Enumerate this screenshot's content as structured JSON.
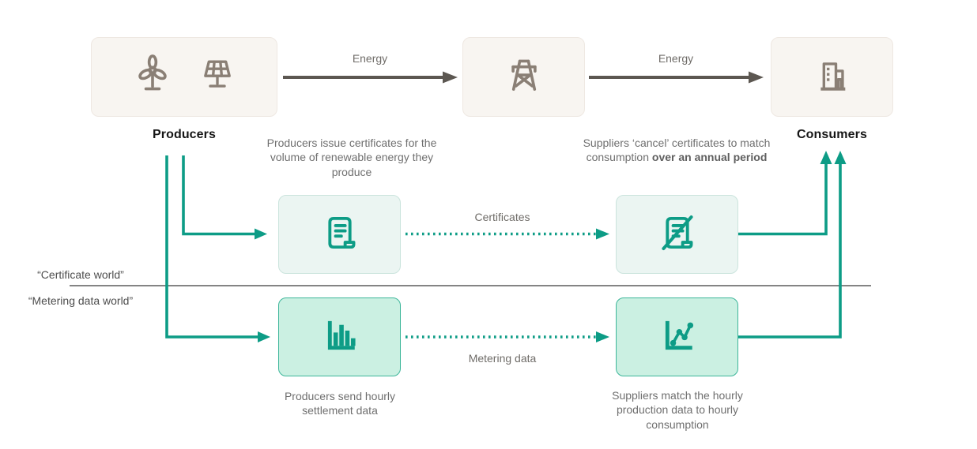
{
  "diagram_title": "Energy certificate vs metering data flow",
  "colors": {
    "teal_accent": "#0d9c86",
    "mint_box_bg": "#cbf0e2",
    "mint_box_border": "#3db69a",
    "pale_cert_box_bg": "#ebf5f2",
    "pale_cert_box_border": "#cbe4dd",
    "cream_box_bg": "#f8f5f1",
    "cream_box_border": "#eee8e2",
    "icon_brown_gray": "#8a7f75",
    "energy_arrow_gray": "#5c5751",
    "text_gray": "#6f6f6f",
    "text_dark": "#161616",
    "divider_line": "#3b3b3b"
  },
  "top_row": {
    "producers_label": "Producers",
    "consumers_label": "Consumers",
    "energy_label_1": "Energy",
    "energy_label_2": "Energy",
    "producer_icons": [
      "wind-turbine",
      "solar-panel"
    ],
    "grid_icon": "transmission-tower",
    "consumer_icon": "office-building"
  },
  "annotations": {
    "issue_certificates": "Producers issue certificates for the volume of renewable energy they produce",
    "cancel_prefix": "Suppliers ‘cancel’ certificates to match consumption ",
    "cancel_bold": "over an annual period",
    "send_hourly": "Producers send hourly settlement data",
    "match_hourly": "Suppliers match the hourly production data to hourly consumption"
  },
  "flows": {
    "certificates_label": "Certificates",
    "metering_label": "Metering data"
  },
  "worlds": {
    "certificate_world": "“Certificate world”",
    "metering_world": "“Metering data world”"
  }
}
